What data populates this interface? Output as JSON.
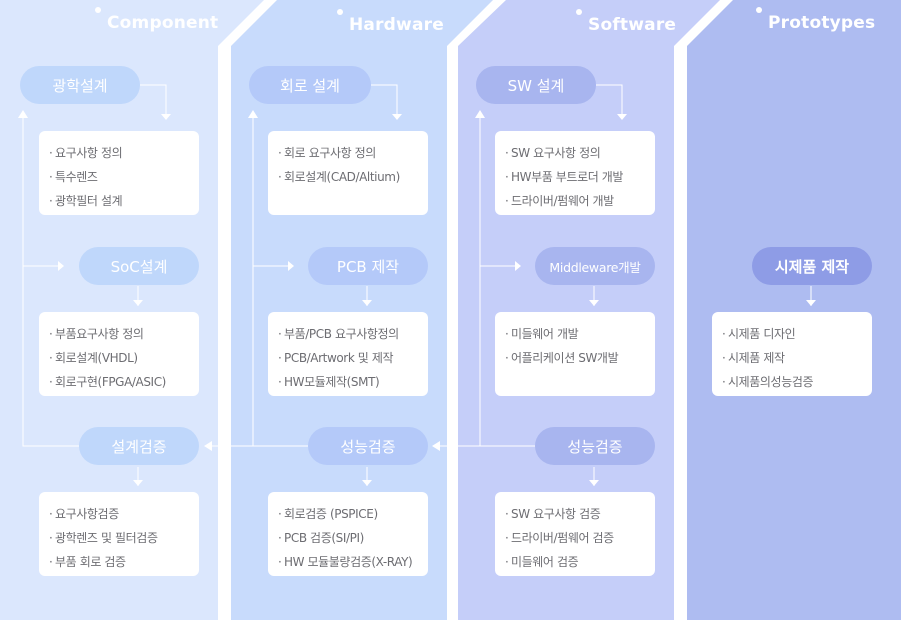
{
  "columns": [
    {
      "title": "Component",
      "steps": [
        {
          "label": "광학설계",
          "items": [
            "요구사항 정의",
            "특수렌즈",
            "광학필터 설계"
          ]
        },
        {
          "label": "SoC설계",
          "items": [
            "부품요구사항 정의",
            "회로설계(VHDL)",
            "회로구현(FPGA/ASIC)"
          ]
        },
        {
          "label": "설계검증",
          "items": [
            "요구사항검증",
            "광학렌즈 및 필터검증",
            "부품 회로 검증"
          ]
        }
      ]
    },
    {
      "title": "Hardware",
      "steps": [
        {
          "label": "회로 설계",
          "items": [
            "회로 요구사항 정의",
            "회로설계(CAD/Altium)"
          ]
        },
        {
          "label": "PCB 제작",
          "items": [
            "부품/PCB 요구사항정의",
            "PCB/Artwork 및 제작",
            "HW모듈제작(SMT)"
          ]
        },
        {
          "label": "성능검증",
          "items": [
            "회로검증 (PSPICE)",
            "PCB 검증(SI/PI)",
            "HW 모듈불량검증(X-RAY)"
          ]
        }
      ]
    },
    {
      "title": "Software",
      "steps": [
        {
          "label": "SW 설계",
          "items": [
            "SW 요구사항 정의",
            "HW부품 부트로더 개발",
            "드라이버/펌웨어 개발"
          ]
        },
        {
          "label": "Middleware개발",
          "items": [
            "미들웨어 개발",
            "어플리케이션 SW개발"
          ]
        },
        {
          "label": "성능검증",
          "items": [
            "SW 요구사항 검증",
            "드라이버/펌웨어 검증",
            "미들웨어 검증"
          ]
        }
      ]
    },
    {
      "title": "Prototypes",
      "steps": [
        {
          "label": "시제품 제작",
          "items": [
            "시제품 디자인",
            "시제품 제작",
            "시제품의성능검증"
          ]
        }
      ]
    }
  ],
  "colors": {
    "band1": "#dbe7fd",
    "band2": "#c8dbfc",
    "band3": "#c5cef9",
    "band4": "#aebcf1",
    "pill1": "#bfd7fb",
    "pill2": "#b4c9f9",
    "pill3": "#a8b5ef",
    "pill4": "#8e9ce6",
    "connector": "#ffffff",
    "item_text": "#6d6d72"
  }
}
